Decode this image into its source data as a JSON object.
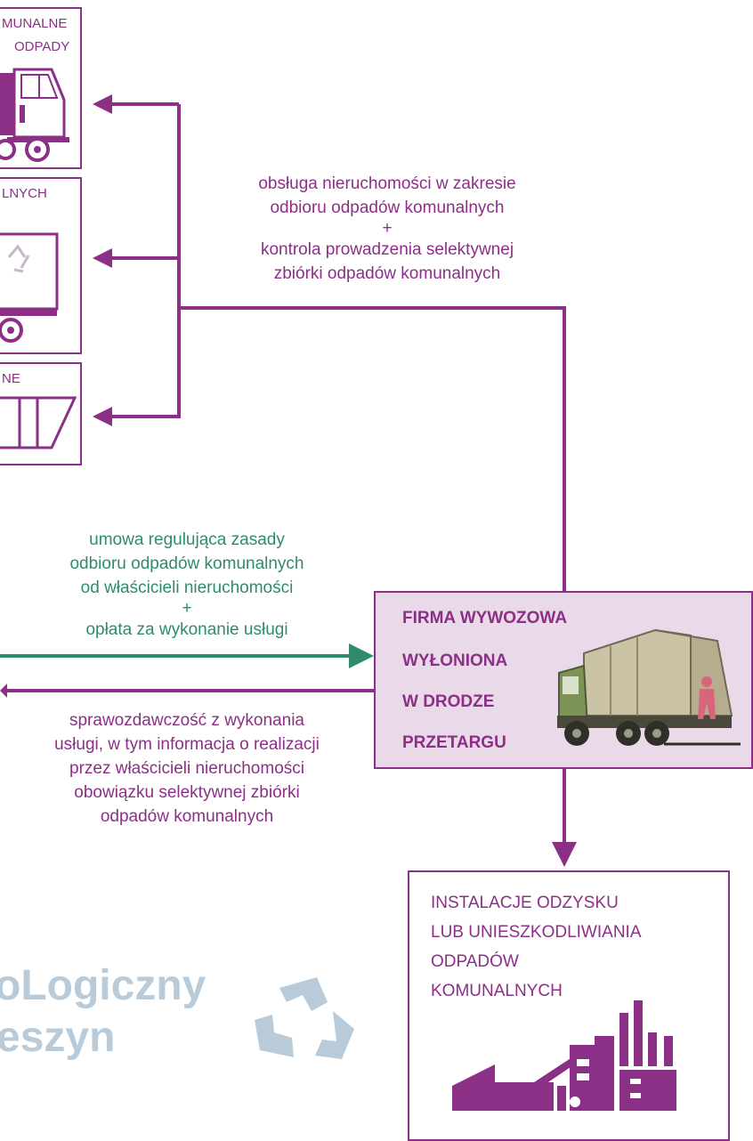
{
  "boxes": {
    "box1_label_line1": "MUNALNE",
    "box1_label_line2": "ODPADY",
    "box2_label": "LNYCH",
    "box3_label": "NE"
  },
  "top_annotation": {
    "line1": "obsługa nieruchomości w zakresie",
    "line2": "odbioru odpadów komunalnych",
    "plus": "+",
    "line3": "kontrola prowadzenia selektywnej",
    "line4": "zbiórki odpadów komunalnych"
  },
  "contract_annotation": {
    "line1": "umowa regulująca zasady",
    "line2": "odbioru odpadów komunalnych",
    "line3": "od właścicieli nieruchomości",
    "plus": "+",
    "line4": "opłata za wykonanie usługi"
  },
  "report_annotation": {
    "line1": "sprawozdawczość z wykonania",
    "line2": "usługi, w tym informacja o realizacji",
    "line3": "przez właścicieli nieruchomości",
    "line4": "obowiązku selektywnej zbiórki",
    "line5": "odpadów komunalnych"
  },
  "firm": {
    "line1": "FIRMA WYWOZOWA",
    "line2": "WYŁONIONA",
    "line3": "W DRODZE",
    "line4": "PRZETARGU"
  },
  "installation": {
    "line1": "INSTALACJE ODZYSKU",
    "line2": "LUB UNIESZKODLIWIANIA",
    "line3": "ODPADÓW",
    "line4": "KOMUNALNYCH"
  },
  "watermark": {
    "line1": "oLogiczny",
    "line2": "eszyn"
  },
  "colors": {
    "purple": "#8b2f87",
    "green": "#2f8a6f",
    "firm_fill": "#ead9e8",
    "watermark": "#b9cbd8"
  },
  "icons": [
    "garbage-truck-icon",
    "recycling-truck-icon",
    "container-icon",
    "compactor-truck-icon",
    "factory-icon",
    "recycle-logo-icon"
  ]
}
